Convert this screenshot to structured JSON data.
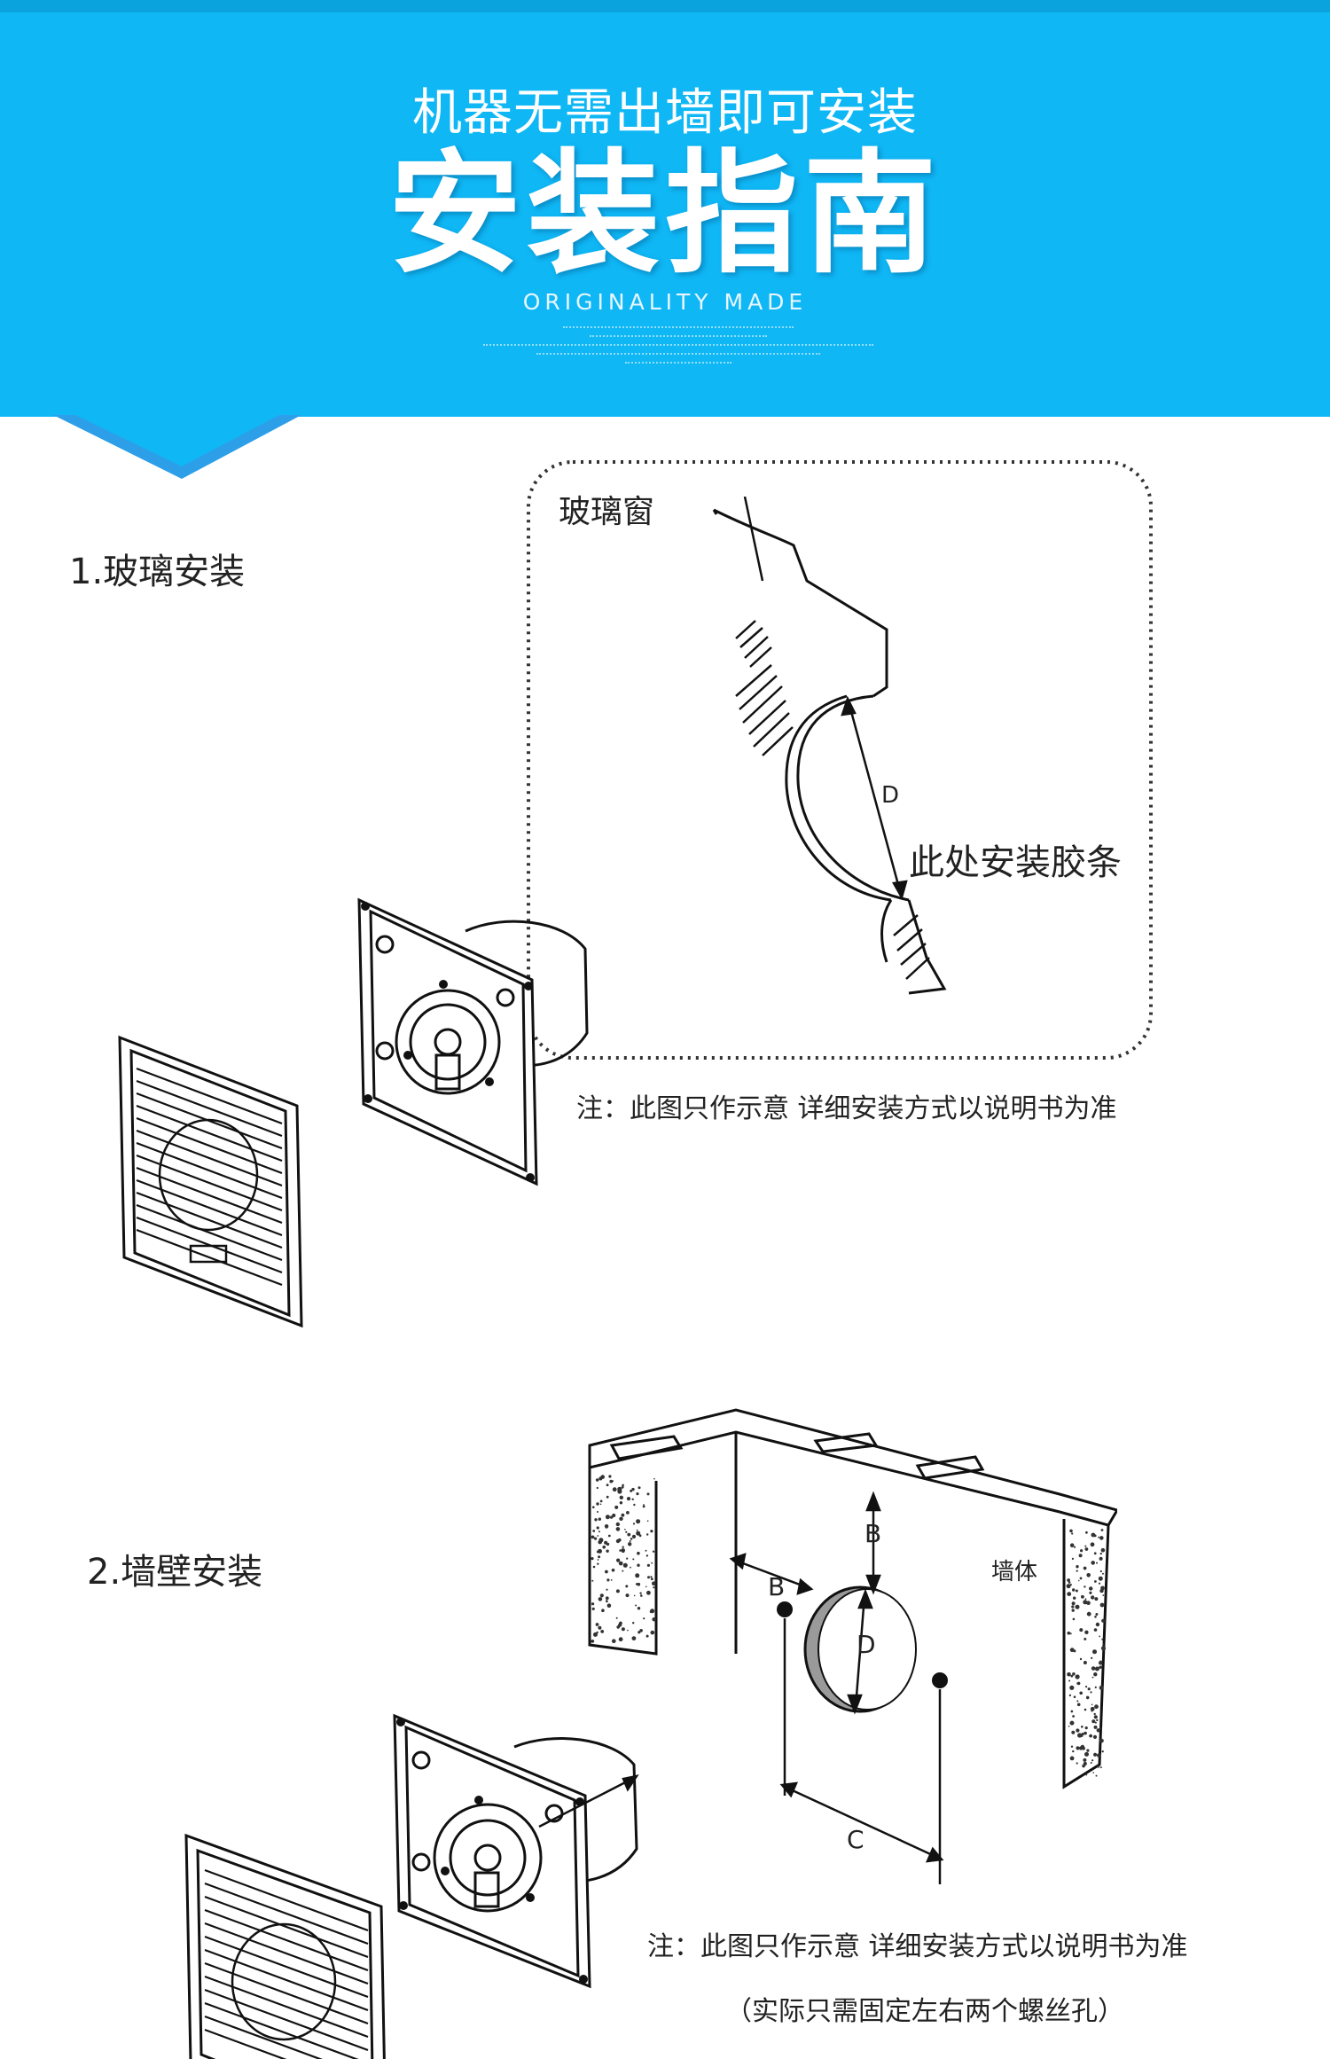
{
  "banner": {
    "subtitle": "机器无需出墙即可安装",
    "title": "安装指南",
    "english": "ORIGINALITY MADE"
  },
  "colors": {
    "banner_blue": "#0fb7f5",
    "chevron_blue": "#2c9fe8"
  },
  "section1": {
    "label": "1.玻璃安装",
    "callout_title": "玻璃窗",
    "callout_annotation": "此处安装胶条",
    "dimension_label": "D",
    "note": "注：此图只作示意 详细安装方式以说明书为准"
  },
  "section2": {
    "label": "2.墙壁安装",
    "wall_label": "墙体",
    "dimension_b_top": "B",
    "dimension_b_left": "B",
    "dimension_d": "D",
    "dimension_c": "C",
    "note": "注：此图只作示意 详细安装方式以说明书为准",
    "note2": "（实际只需固定左右两个螺丝孔）"
  }
}
